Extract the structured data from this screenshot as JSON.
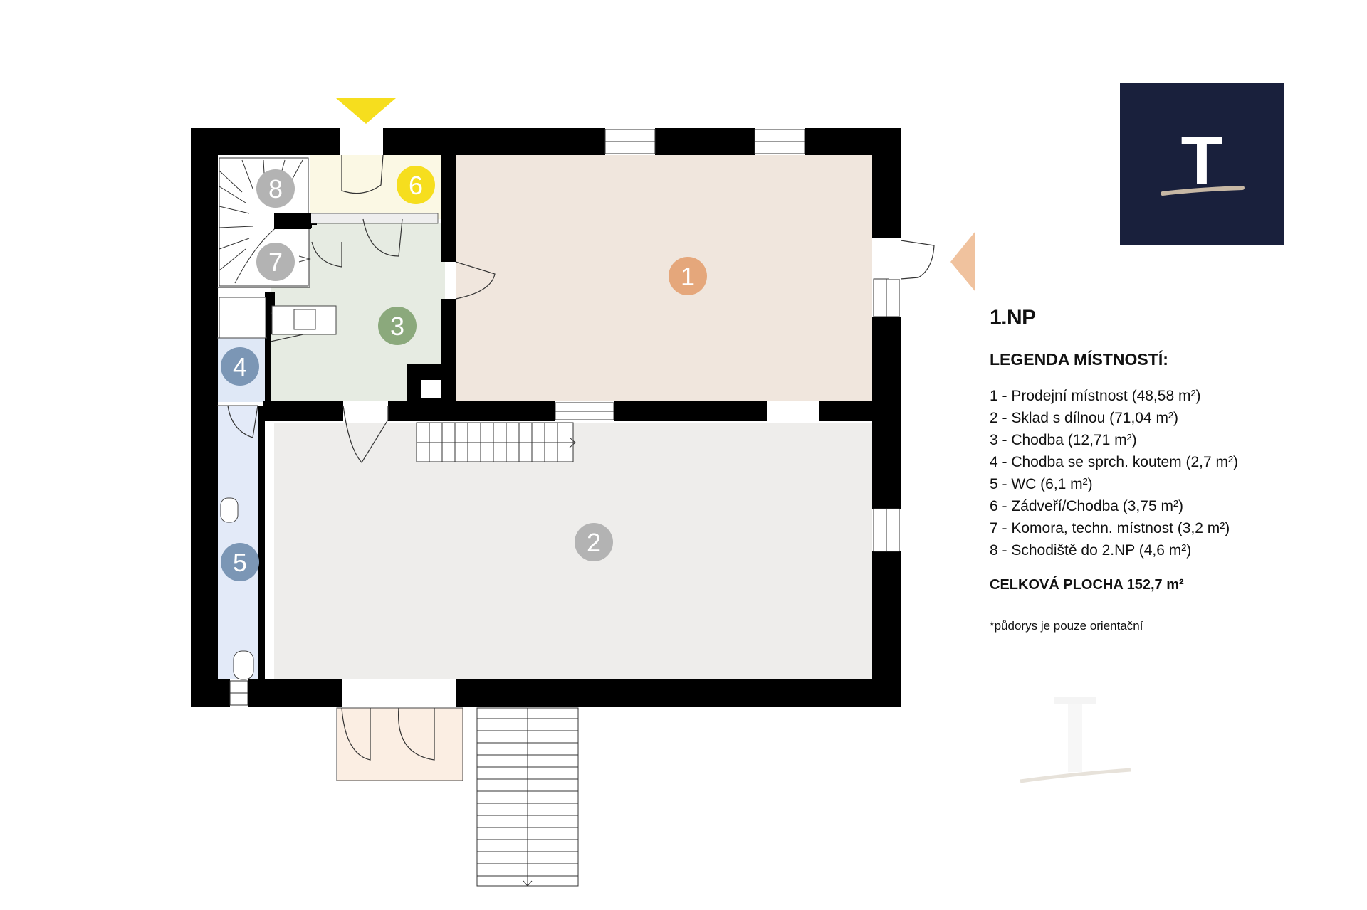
{
  "floor_title": "1.NP",
  "legend_heading": "LEGENDA MÍSTNOSTÍ:",
  "rooms": [
    {
      "number": "1",
      "label": "1 - Prodejní místnost (48,58 m²)",
      "color": "#e5a77b"
    },
    {
      "number": "2",
      "label": "2 - Sklad s dílnou (71,04 m²)",
      "color": "#b3b3b3"
    },
    {
      "number": "3",
      "label": "3 - Chodba (12,71 m²)",
      "color": "#8ba97c"
    },
    {
      "number": "4",
      "label": "4 - Chodba se sprch. koutem (2,7 m²)",
      "color": "#7b96b5"
    },
    {
      "number": "5",
      "label": "5 - WC (6,1 m²)",
      "color": "#7b96b5"
    },
    {
      "number": "6",
      "label": "6 - Zádveří/Chodba (3,75 m²)",
      "color": "#f6de1e"
    },
    {
      "number": "7",
      "label": "7 - Komora, techn. místnost (3,2 m²)",
      "color": "#b3b3b3"
    },
    {
      "number": "8",
      "label": "8 - Schodiště do 2.NP (4,6 m²)",
      "color": "#b3b3b3"
    }
  ],
  "total_area": "CELKOVÁ PLOCHA 152,7 m²",
  "note": "*půdorys je pouze orientační",
  "logo": {
    "letter": "T",
    "bg_color": "#19203c",
    "accent_color": "#c6b7a4"
  },
  "entrance_marker_colors": {
    "front": "#f6de1e",
    "side": "#f0c29e"
  }
}
